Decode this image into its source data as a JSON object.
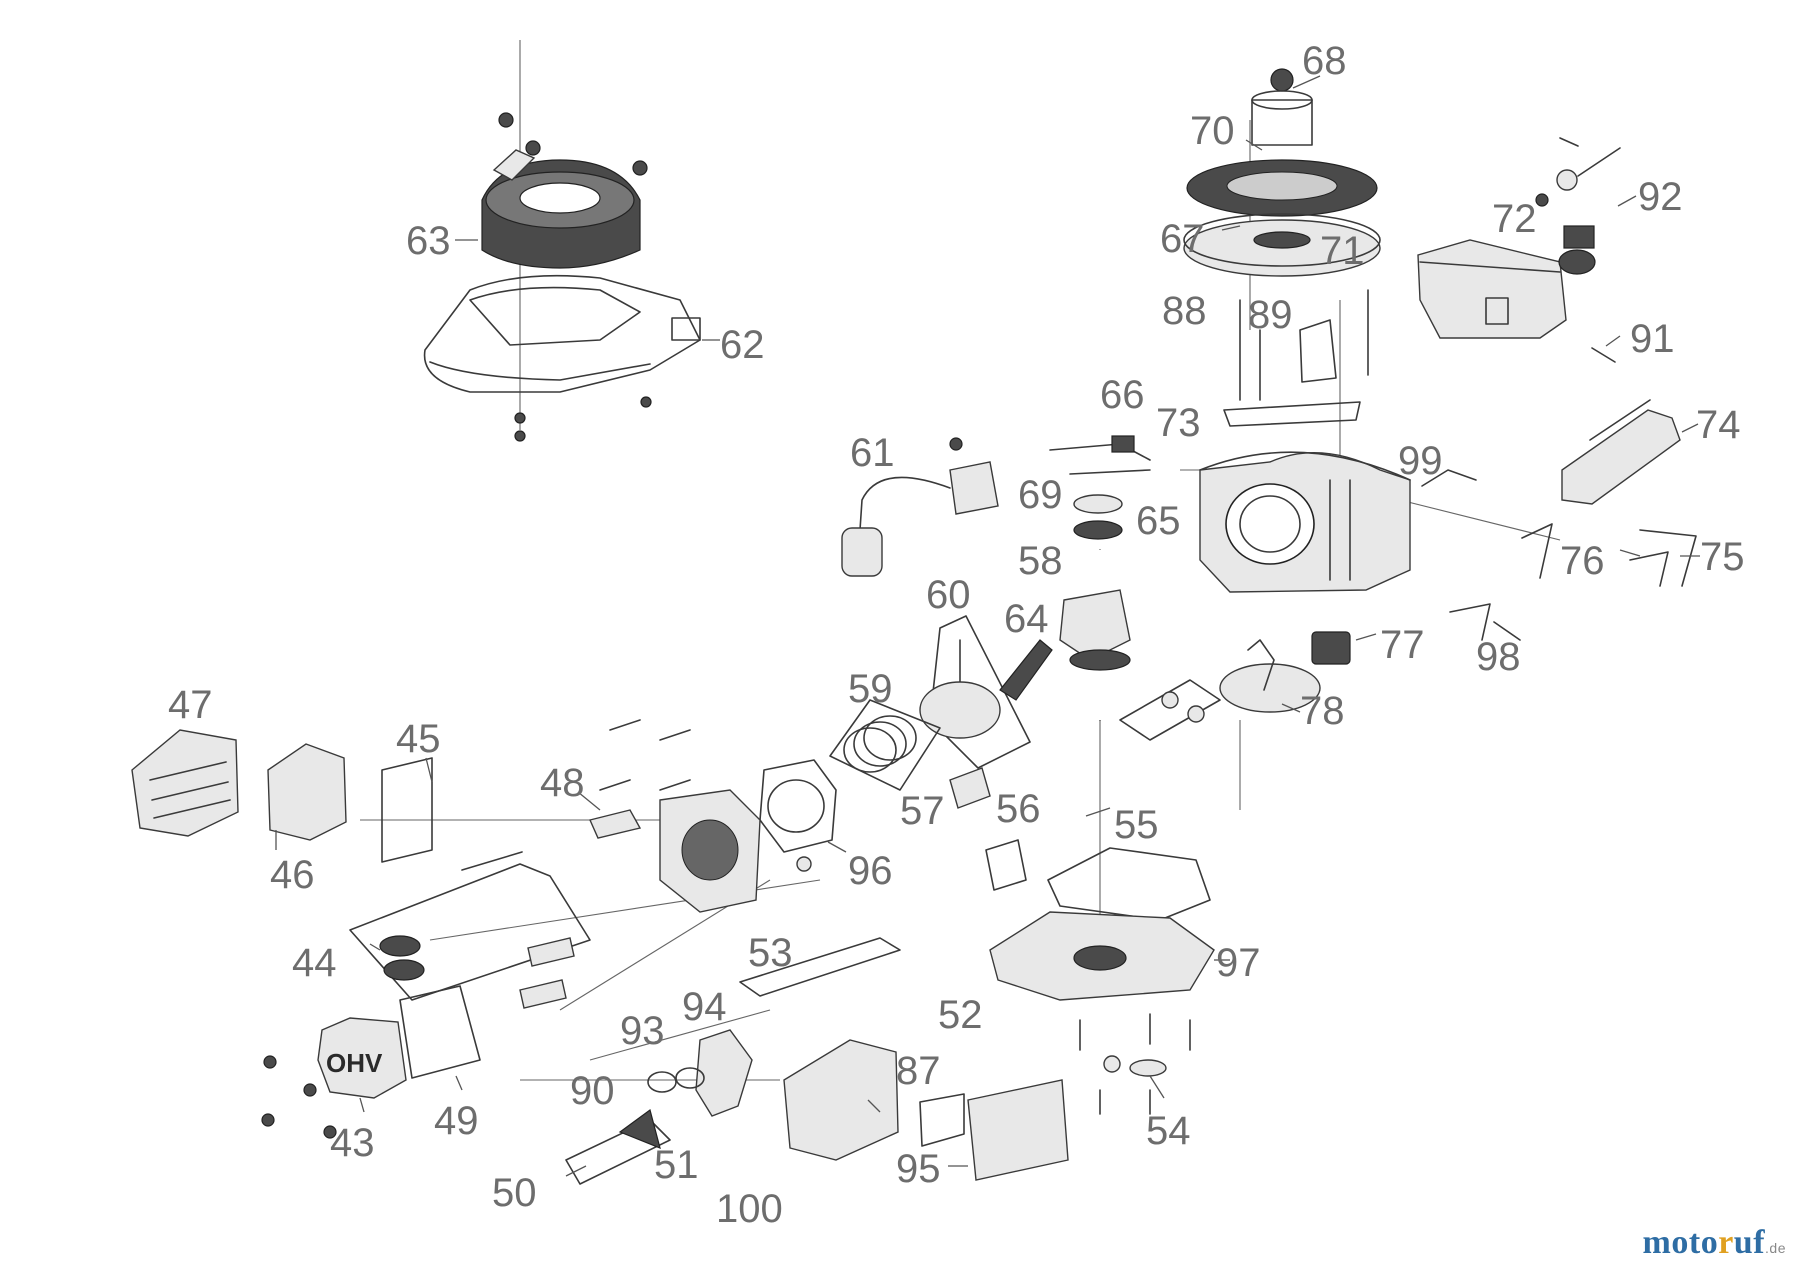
{
  "diagram": {
    "callouts": [
      "47",
      "45",
      "46",
      "48",
      "44",
      "43",
      "49",
      "50",
      "93",
      "94",
      "90",
      "51",
      "100",
      "53",
      "52",
      "87",
      "95",
      "54",
      "96",
      "57",
      "56",
      "55",
      "97",
      "59",
      "60",
      "64",
      "61",
      "58",
      "69",
      "65",
      "66",
      "73",
      "63",
      "62",
      "68",
      "70",
      "67",
      "88",
      "89",
      "71",
      "72",
      "92",
      "91",
      "74",
      "99",
      "76",
      "75",
      "77",
      "98",
      "78"
    ],
    "cover_marking": "OHV"
  },
  "watermark": {
    "part1": "moto",
    "part2": "r",
    "part3": "uf",
    "tld": ".de"
  },
  "colors": {
    "callout_text": "#6d6d6d",
    "line": "#3a3a3a",
    "watermark_blue": "#2e6da4",
    "watermark_orange": "#e0a020"
  }
}
